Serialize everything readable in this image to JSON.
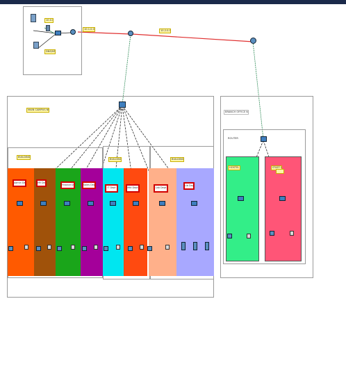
{
  "colors": {
    "topbar": "#1b2a4a",
    "wan_link": "#e03030",
    "trunk_link": "#222222",
    "access_link": "#2e8b57",
    "dept_orange": "#ff5a00",
    "dept_brown": "#a0520a",
    "dept_green": "#1aa51a",
    "dept_purple": "#a4009a",
    "dept_cyan": "#00e6f0",
    "dept_red": "#ff4a10",
    "dept_salmon": "#ffb08a",
    "dept_lavender": "#a8a8ff",
    "branch_green": "#33ee88",
    "branch_pink": "#ff5577"
  },
  "top_area": {
    "yellow_label_1": "10.0.0.0",
    "yellow_label_2": "DNS/NTP",
    "wan_label_left": "10.1.0.0/30",
    "wan_label_right": "10.2.0.0/30"
  },
  "main_site": {
    "title": "MAIN CAMPUS NETWORK",
    "building_a_label": "BUILDING A",
    "building_b_label": "BUILDING B",
    "building_c_label": "BUILDING C"
  },
  "branch_site": {
    "title": "BRANCH OFFICE NETWORK",
    "sub_title": "ROUTER",
    "departments": [
      {
        "label": "HOSTEL Dept"
      },
      {
        "label": "STAFF Dept"
      }
    ]
  },
  "departments": [
    {
      "label": "Admin Dept"
    },
    {
      "label": "HR Dept"
    },
    {
      "label": "Finance Dept"
    },
    {
      "label": "Sales Dept"
    },
    {
      "label": "IT Dept"
    },
    {
      "label": "Mkt Dept"
    },
    {
      "label": "Lab Dept"
    },
    {
      "label": "Lib Dept"
    }
  ],
  "icons": [
    "router-icon",
    "core-switch-icon",
    "access-switch-icon",
    "pc-icon",
    "printer-icon",
    "server-icon",
    "ip-phone-icon"
  ]
}
